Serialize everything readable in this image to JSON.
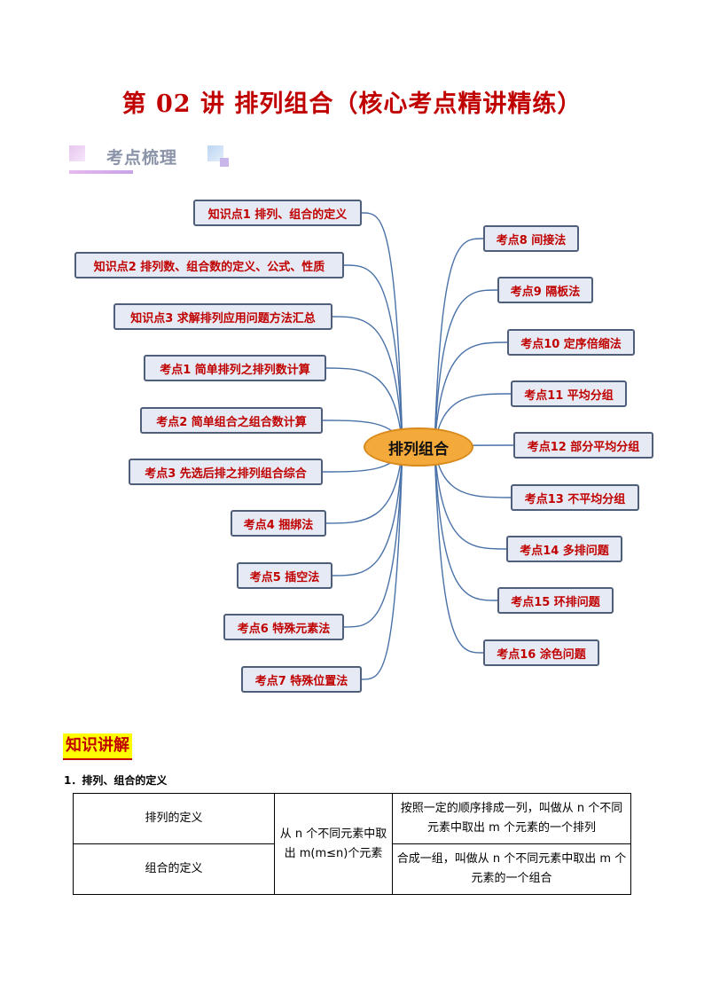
{
  "title": "第 02 讲  排列组合（核心考点精讲精练）",
  "section_heading": "考点梳理",
  "mindmap": {
    "center": "排列组合",
    "left": [
      "知识点1 排列、组合的定义",
      "知识点2 排列数、组合数的定义、公式、性质",
      "知识点3 求解排列应用问题方法汇总",
      "考点1  简单排列之排列数计算",
      "考点2  简单组合之组合数计算",
      "考点3  先选后排之排列组合综合",
      "考点4  捆绑法",
      "考点5  插空法",
      "考点6  特殊元素法",
      "考点7  特殊位置法"
    ],
    "right": [
      "考点8  间接法",
      "考点9  隔板法",
      "考点10  定序倍缩法",
      "考点11  平均分组",
      "考点12  部分平均分组",
      "考点13  不平均分组",
      "考点14  多排问题",
      "考点15  环排问题",
      "考点16  涂色问题"
    ]
  },
  "knowledge_heading": "知识讲解",
  "section1_title": "1．排列、组合的定义",
  "table": {
    "row1_label": "排列的定义",
    "row2_label": "组合的定义",
    "shared": "从 n 个不同元素中取出 m(m≤n)个元素",
    "row1_desc": "按照一定的顺序排成一列，叫做从 n 个不同元素中取出 m 个元素的一个排列",
    "row2_desc": "合成一组，叫做从 n 个不同元素中取出 m 个元素的一个组合"
  },
  "colors": {
    "title": "#c00000",
    "node_border": "#4f5f7a",
    "node_fill": "#e6eaf5",
    "center_fill": "#f4a93b",
    "branch": "#4a72a8"
  }
}
